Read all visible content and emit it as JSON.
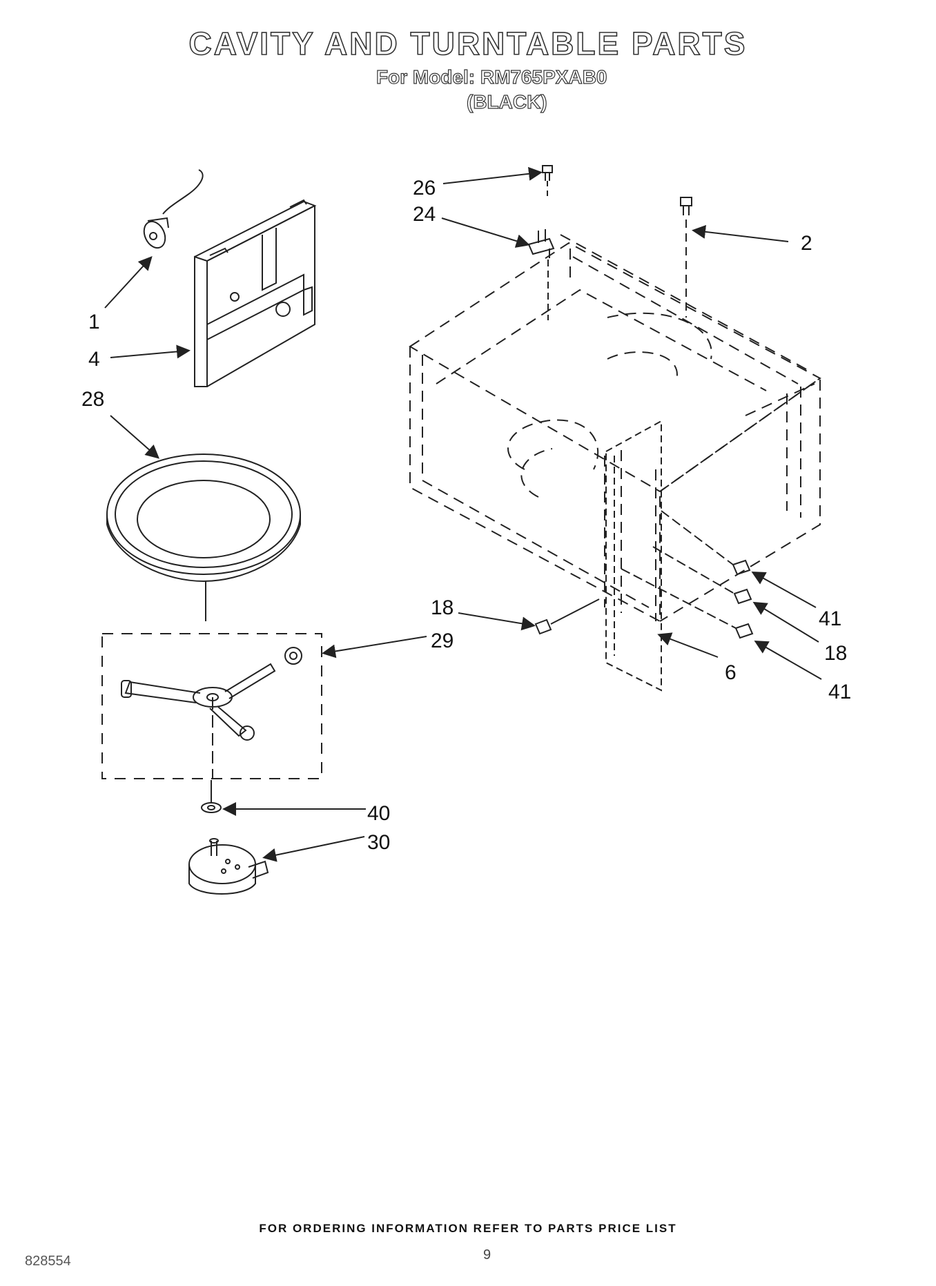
{
  "header": {
    "title": "CAVITY AND TURNTABLE PARTS",
    "model_line": "For Model: RM765PXAB0",
    "color_line": "(BLACK)"
  },
  "callouts": {
    "c26": "26",
    "c24": "24",
    "c2": "2",
    "c1": "1",
    "c4": "4",
    "c28": "28",
    "c18a": "18",
    "c29": "29",
    "c41a": "41",
    "c18b": "18",
    "c6": "6",
    "c41b": "41",
    "c40": "40",
    "c30": "30"
  },
  "footer": {
    "ordering_info": "FOR ORDERING INFORMATION REFER TO PARTS PRICE LIST",
    "page_number": "9",
    "document_number": "828554"
  }
}
